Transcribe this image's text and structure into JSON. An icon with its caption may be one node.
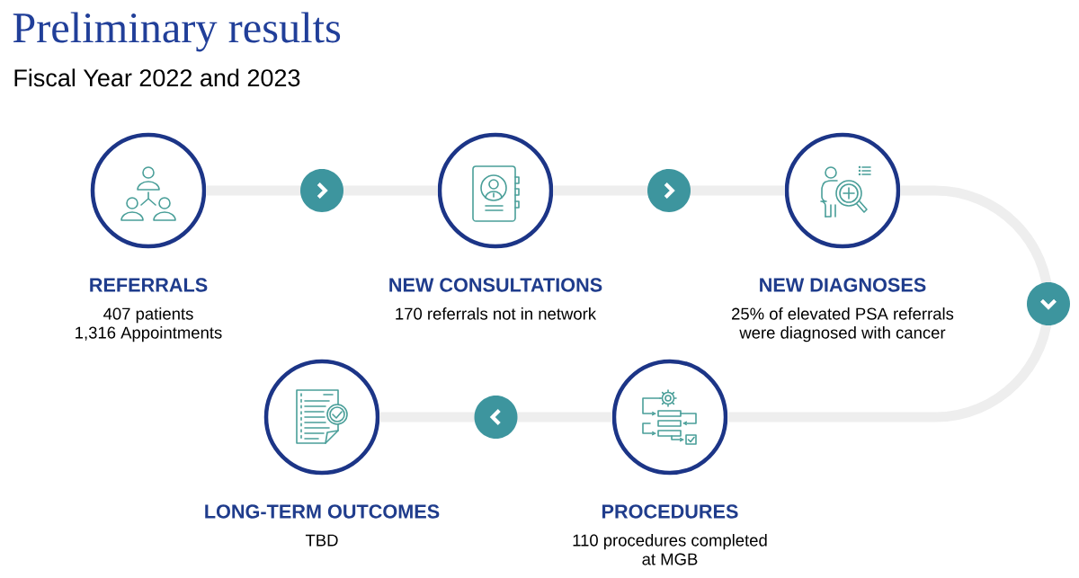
{
  "diagram": {
    "title": "Preliminary results",
    "nodes": [
      {
        "text": [
          "REFERRALS",
          "407 patients",
          "1,316 Appointments"
        ]
      },
      {
        "text": [
          "NEW CONSULTATIONS",
          "170 referrals not in network"
        ]
      },
      {
        "text": [
          "NEW DIAGNOSES",
          "25% of elevated PSA referrals were diagnosed with cancer"
        ]
      },
      {
        "text": [
          "LONG-TERM OUTCOMES",
          "TBD"
        ]
      },
      {
        "text": [
          "PROCEDURES",
          "110 procedures completed at MGB"
        ]
      }
    ],
    "edges": [
      {
        "from": 0,
        "to": 1,
        "arrow": "to"
      },
      {
        "from": 1,
        "to": 2,
        "arrow": "to"
      },
      {
        "from": 2,
        "to": 4,
        "arrow": "to"
      },
      {
        "from": 4,
        "to": 3,
        "arrow": "to"
      }
    ],
    "labels": [
      "Fiscal Year 2022 and 2023"
    ]
  }
}
